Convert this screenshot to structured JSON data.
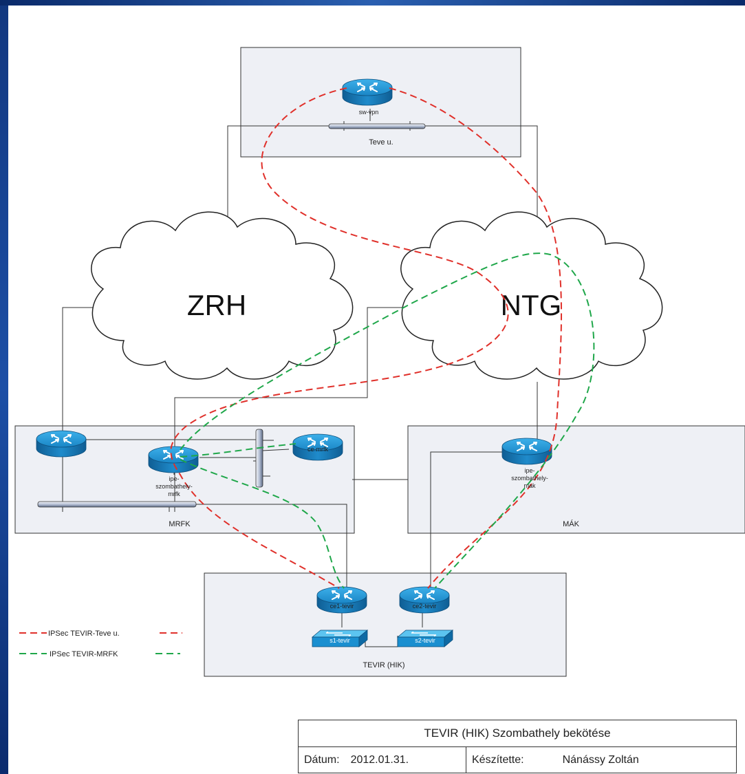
{
  "zones": {
    "teve": "Teve u.",
    "mrfk": "MRFK",
    "mak": "MÁK",
    "tevir": "TEVIR (HIK)"
  },
  "clouds": {
    "zrh": "ZRH",
    "ntg": "NTG"
  },
  "devices": {
    "sw_vpn": "sw-vpn",
    "ipe_mrfk_1": "ipe-",
    "ipe_mrfk_2": "szombathely-",
    "ipe_mrfk_3": "mrfk",
    "ce_mrfk": "ce-mrfk",
    "ipe_mak_1": "ipe-",
    "ipe_mak_2": "szombathely-",
    "ipe_mak_3": "mak",
    "ce1_tevir": "ce1-tevir",
    "ce2_tevir": "ce2-tevir",
    "s1_tevir": "s1-tevir",
    "s2_tevir": "s2-tevir"
  },
  "legend": {
    "red": "IPSec TEVIR-Teve u.",
    "green": "IPSec TEVIR-MRFK"
  },
  "colors": {
    "red_tunnel": "#e0302a",
    "green_tunnel": "#1fa74a",
    "router": "#1e88c8",
    "zone_fill": "#eef0f5"
  },
  "info": {
    "title": "TEVIR (HIK) Szombathely bekötése",
    "date_label": "Dátum:",
    "date_value": "2012.01.31.",
    "author_label": "Készítette:",
    "author_value": "Nánássy Zoltán"
  }
}
